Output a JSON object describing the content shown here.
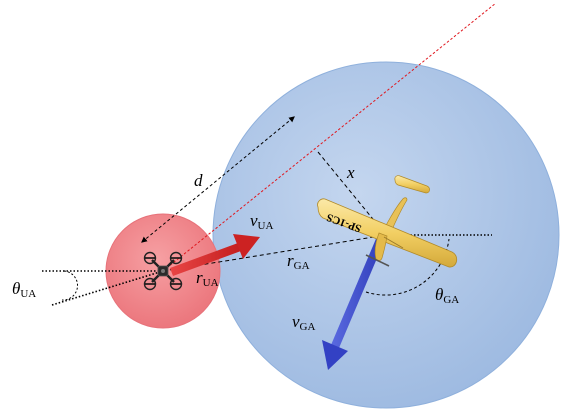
{
  "labels": {
    "d": "d",
    "x": "x",
    "v_ua": {
      "main": "v",
      "sub": "UA"
    },
    "v_ga": {
      "main": "v",
      "sub": "GA"
    },
    "r_ua": {
      "main": "r",
      "sub": "UA"
    },
    "r_ga": {
      "main": "r",
      "sub": "GA"
    },
    "theta_ua": {
      "main": "θ",
      "sub": "UA"
    },
    "theta_ga": {
      "main": "θ",
      "sub": "GA"
    },
    "plane_registration": "SP-1CS"
  },
  "colors": {
    "ga_zone_fill": "#a7c1e4",
    "ga_zone_edge": "#7fa3d6",
    "ua_zone_fill": "#f0868a",
    "ua_zone_edge": "#e06870",
    "ua_velocity_arrow": "#d92b2b",
    "ga_velocity_arrow": "#3f4fd1",
    "line_of_sight": "#e0171e",
    "plane_body": "#f2cf63",
    "drone_body": "#262626"
  },
  "icons": {
    "drone": "quadcopter-drone-icon",
    "aircraft": "light-aircraft-icon"
  }
}
